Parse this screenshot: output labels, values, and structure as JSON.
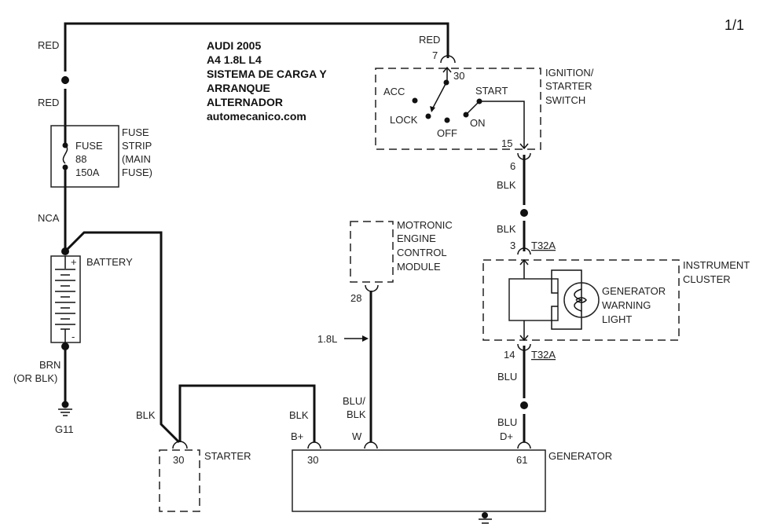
{
  "page_number": "1/1",
  "title": {
    "lines": [
      "AUDI 2005",
      "A4 1.8L L4",
      "SISTEMA DE CARGA Y",
      "ARRANQUE",
      "ALTERNADOR",
      "automecanico.com"
    ]
  },
  "wires": {
    "red_top": "RED",
    "red_mid": "RED",
    "nca": "NCA",
    "brn": "BRN",
    "or_blk": "(OR BLK)",
    "blk_starter": "BLK",
    "blk_gen": "BLK",
    "blu_blk_1": "BLU/",
    "blu_blk_2": "BLK",
    "red_switch": "RED",
    "blk_6": "BLK",
    "blk_3": "BLK",
    "blu_14": "BLU",
    "blu_d": "BLU",
    "engine_note": "1.8L"
  },
  "components": {
    "fuse": {
      "label_1": "FUSE",
      "label_2": "88",
      "label_3": "150A",
      "strip_1": "FUSE",
      "strip_2": "STRIP",
      "strip_3": "(MAIN",
      "strip_4": "FUSE)"
    },
    "battery": {
      "label": "BATTERY",
      "plus": "+",
      "minus": "-"
    },
    "ground": {
      "label": "G11"
    },
    "starter": {
      "label": "STARTER",
      "pin": "30"
    },
    "generator": {
      "label": "GENERATOR",
      "pin_b": "30",
      "pin_b_name": "B+",
      "pin_w_name": "W",
      "pin_d": "61",
      "pin_d_name": "D+"
    },
    "ecm": {
      "line_1": "MOTRONIC",
      "line_2": "ENGINE",
      "line_3": "CONTROL",
      "line_4": "MODULE",
      "pin": "28"
    },
    "ignition": {
      "line_1": "IGNITION/",
      "line_2": "STARTER",
      "line_3": "SWITCH",
      "pin_in_conn": "7",
      "pin_in": "30",
      "pin_out": "15",
      "pin_out_conn": "6",
      "positions": {
        "acc": "ACC",
        "lock": "LOCK",
        "off": "OFF",
        "on": "ON",
        "start": "START"
      }
    },
    "cluster": {
      "line_1": "INSTRUMENT",
      "line_2": "CLUSTER",
      "light_1": "GENERATOR",
      "light_2": "WARNING",
      "light_3": "LIGHT",
      "pin_top": "3",
      "pin_bottom": "14",
      "connector": "T32A"
    }
  }
}
